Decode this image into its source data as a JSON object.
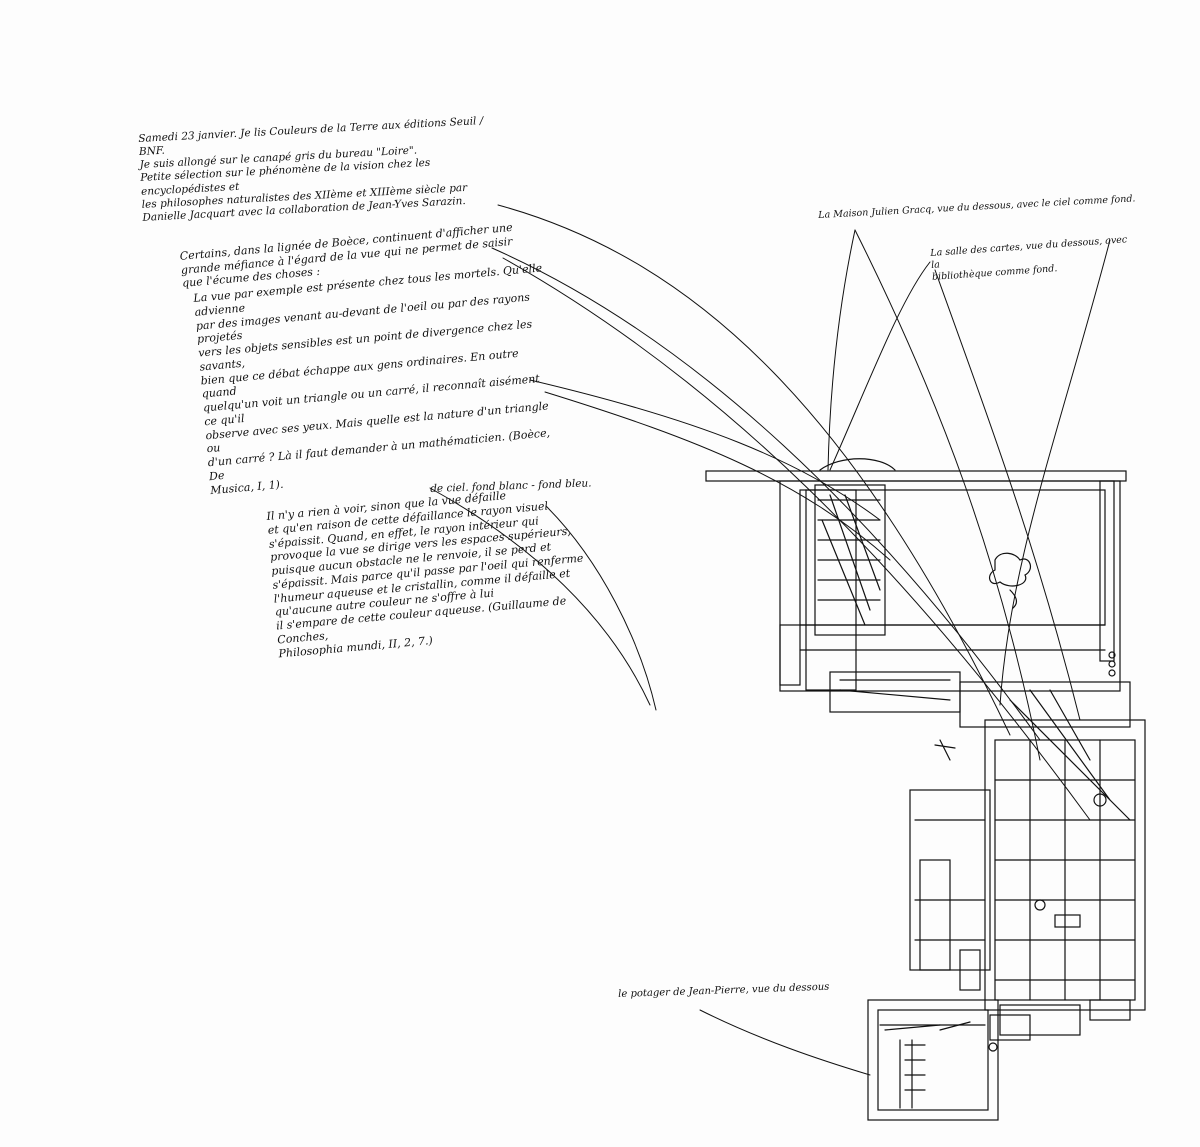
{
  "notes": {
    "journal": "Samedi 23 janvier. Je lis Couleurs de la Terre aux éditions Seuil / BNF.\nJe suis allongé sur le canapé gris du bureau \"Loire\".\nPetite sélection sur le phénomène de la vision chez les encyclopédistes et\nles philosophes naturalistes des XIIème et XIIIème siècle par\nDanielle Jacquart avec la collaboration de Jean-Yves Sarazin.",
    "boece_intro": "Certains, dans la lignée de Boèce, continuent d'afficher une\ngrande méfiance à l'égard de la vue qui ne permet de saisir\nque l'écume des choses :",
    "boece_quote": "La vue par exemple est présente chez tous les mortels. Qu'elle advienne\npar des images venant au-devant de l'oeil ou par des rayons projetés\nvers les objets sensibles est un point de divergence chez les savants,\nbien que ce débat échappe aux gens ordinaires. En outre quand\nquelqu'un voit un triangle ou un carré, il reconnaît aisément ce qu'il\nobserve avec ses yeux. Mais quelle est la nature d'un triangle ou\nd'un carré ? Là il faut demander à un mathématicien. (Boèce, De\nMusica, I, 1).",
    "sky": "de ciel. fond blanc - fond bleu.",
    "conches_quote": "Il n'y a rien à voir, sinon que la vue défaille\net qu'en raison de cette défaillance le rayon visuel\ns'épaissit. Quand, en effet, le rayon intérieur qui\nprovoque la vue se dirige vers les espaces supérieurs,\npuisque aucun obstacle ne le renvoie, il se perd et\ns'épaissit. Mais parce qu'il passe par l'oeil qui renferme\nl'humeur aqueuse et le cristallin, comme il défaille et\nqu'aucune autre couleur ne s'offre à lui\nil s'empare de cette couleur aqueuse. (Guillaume de Conches,\nPhilosophia mundi, II, 2, 7.)",
    "maison": "La Maison Julien Gracq, vue du dessous, avec le ciel comme fond.",
    "salle": "La salle des cartes, vue du dessous, avec la\nbibliothèque comme fond.",
    "potager": "le potager de Jean-Pierre, vue du dessous"
  },
  "colors": {
    "ink": "#111111",
    "paper": "#fdfdfd"
  }
}
